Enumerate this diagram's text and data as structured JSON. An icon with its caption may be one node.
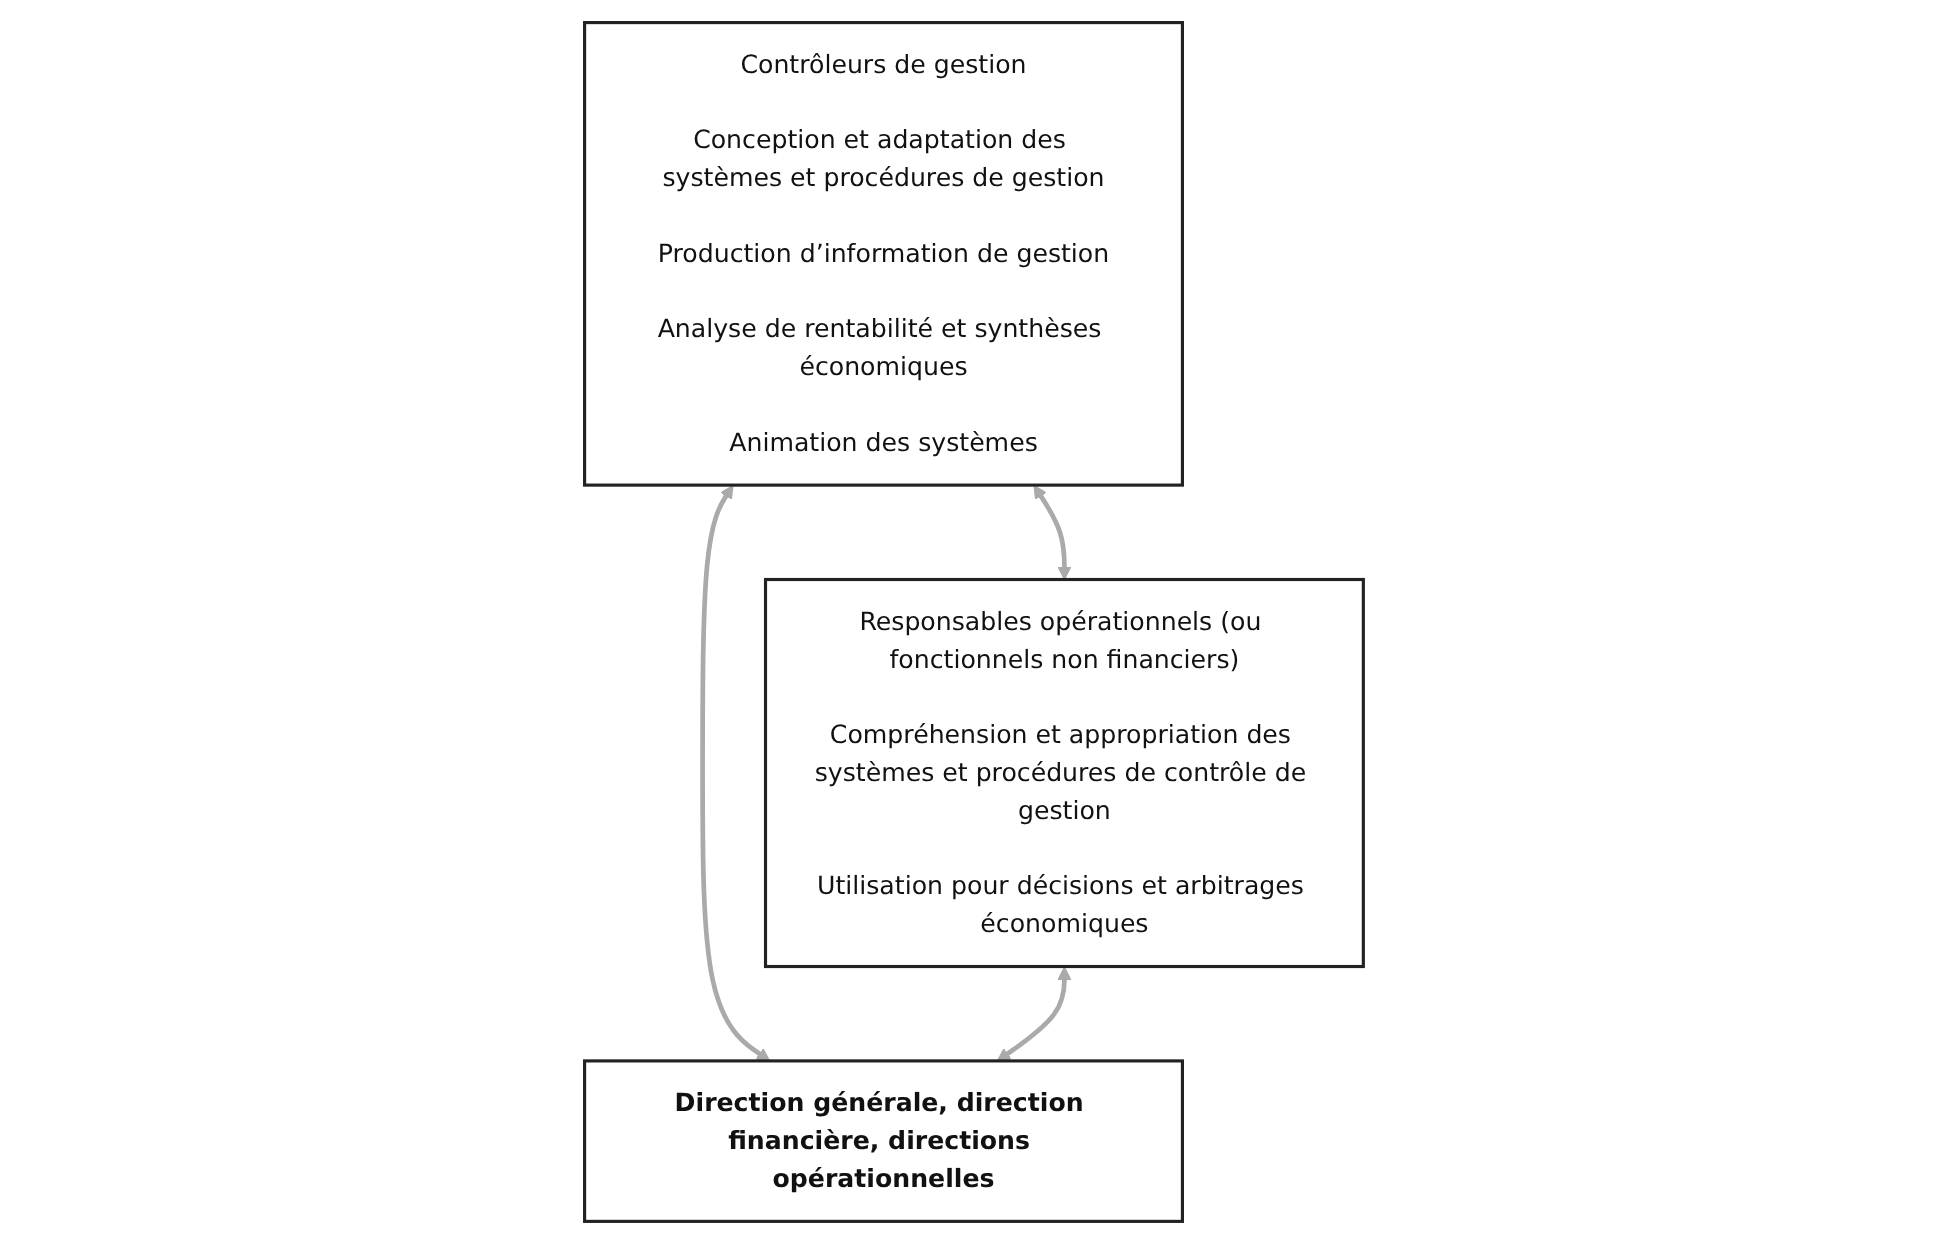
{
  "diagram": {
    "nodes": [
      {
        "text": [
          "Contrôleurs de gestion",
          "Conception et adaptation des systèmes et procédures de gestion",
          "Production d’information de gestion",
          "Analyse de rentabilité et synthèses économiques",
          "Animation des systèmes"
        ]
      },
      {
        "text": [
          "Responsables opérationnels (ou fonctionnels non financiers)",
          "Compréhension et appropriation des systèmes et procédures de contrôle de gestion",
          "Utilisation pour décisions et arbitrages économiques"
        ]
      },
      {
        "text": [
          "Direction générale, direction financière, directions opérationnelles"
        ]
      }
    ],
    "edges": [
      {
        "from": 0,
        "to": 1,
        "arrow": "both"
      },
      {
        "from": 0,
        "to": 2,
        "arrow": "both"
      },
      {
        "from": 1,
        "to": 2,
        "arrow": "both"
      }
    ]
  }
}
